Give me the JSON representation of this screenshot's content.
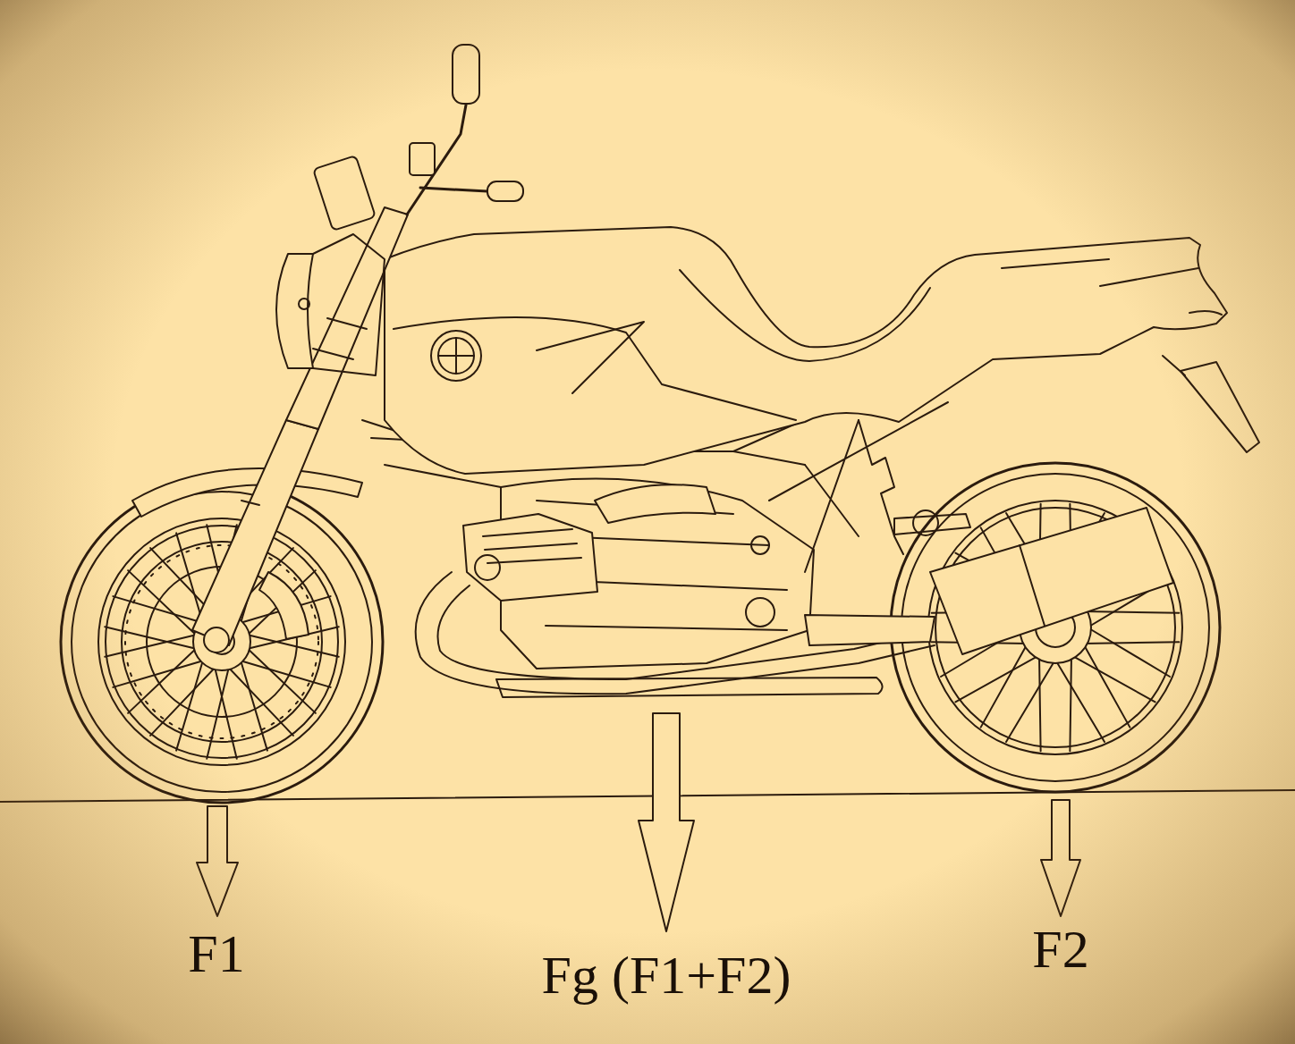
{
  "diagram": {
    "labels": [
      "F1",
      "Fg (F1+F2)",
      "F2"
    ]
  }
}
